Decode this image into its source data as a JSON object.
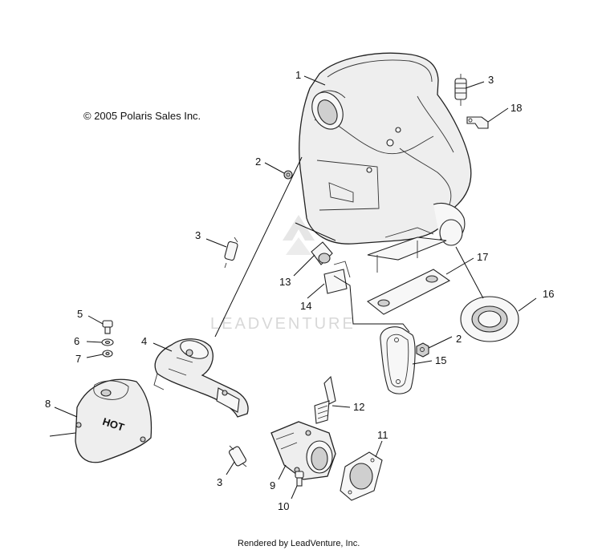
{
  "diagram": {
    "copyright": "© 2005 Polaris Sales Inc.",
    "watermark": "LEADVENTURE",
    "footer": "Rendered by LeadVenture, Inc.",
    "callouts": [
      {
        "id": "c1",
        "label": "1"
      },
      {
        "id": "c2a",
        "label": "2"
      },
      {
        "id": "c2b",
        "label": "2"
      },
      {
        "id": "c3a",
        "label": "3"
      },
      {
        "id": "c3b",
        "label": "3"
      },
      {
        "id": "c3c",
        "label": "3"
      },
      {
        "id": "c4",
        "label": "4"
      },
      {
        "id": "c5",
        "label": "5"
      },
      {
        "id": "c6",
        "label": "6"
      },
      {
        "id": "c7",
        "label": "7"
      },
      {
        "id": "c8",
        "label": "8"
      },
      {
        "id": "c9",
        "label": "9"
      },
      {
        "id": "c10",
        "label": "10"
      },
      {
        "id": "c11",
        "label": "11"
      },
      {
        "id": "c12",
        "label": "12"
      },
      {
        "id": "c13",
        "label": "13"
      },
      {
        "id": "c14",
        "label": "14"
      },
      {
        "id": "c15",
        "label": "15"
      },
      {
        "id": "c16",
        "label": "16"
      },
      {
        "id": "c17",
        "label": "17"
      },
      {
        "id": "c18",
        "label": "18"
      }
    ],
    "heat_shield_text": "HOT"
  }
}
